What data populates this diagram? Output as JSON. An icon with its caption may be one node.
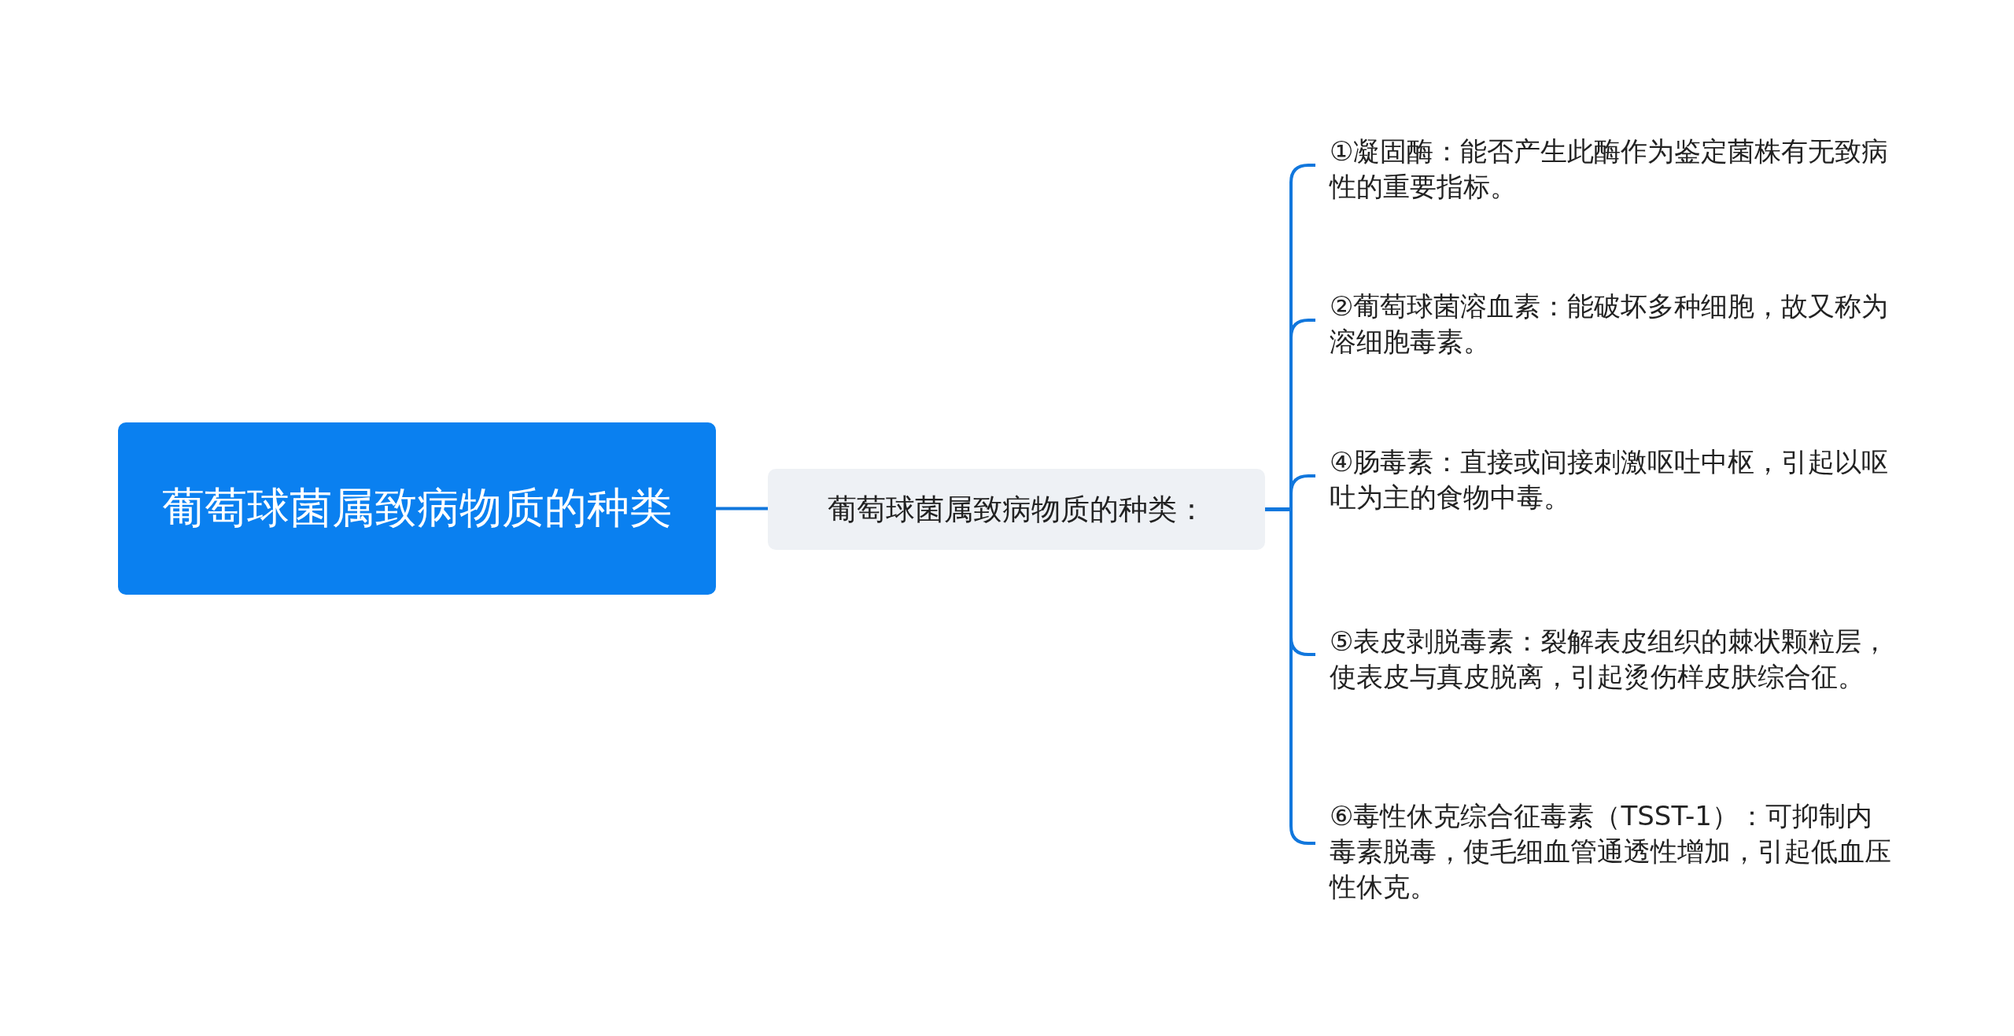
{
  "diagram": {
    "nodes": [
      {
        "text": [
          "葡萄球菌属致病物质的种类"
        ]
      },
      {
        "text": [
          "葡萄球菌属致病物质的种类："
        ]
      },
      {
        "text": [
          "①凝固酶：能否产生此酶作为鉴定菌株有无致病性的重要指标。"
        ]
      },
      {
        "text": [
          "②葡萄球菌溶血素：能破坏多种细胞，故又称为溶细胞毒素。"
        ]
      },
      {
        "text": [
          "④肠毒素：直接或间接刺激呕吐中枢，引起以呕吐为主的食物中毒。"
        ]
      },
      {
        "text": [
          "⑤表皮剥脱毒素：裂解表皮组织的棘状颗粒层，使表皮与真皮脱离，引起烫伤样皮肤综合征。"
        ]
      },
      {
        "text": [
          "⑥毒性休克综合征毒素（TSST-1）：可抑制内毒素脱毒，使毛细血管通透性增加，引起低血压性休克。"
        ]
      }
    ],
    "edges": [
      {
        "from": 0,
        "to": 1,
        "arrow": "none"
      },
      {
        "from": 1,
        "to": 2,
        "arrow": "none"
      },
      {
        "from": 1,
        "to": 3,
        "arrow": "none"
      },
      {
        "from": 1,
        "to": 4,
        "arrow": "none"
      },
      {
        "from": 1,
        "to": 5,
        "arrow": "none"
      },
      {
        "from": 1,
        "to": 6,
        "arrow": "none"
      }
    ]
  }
}
